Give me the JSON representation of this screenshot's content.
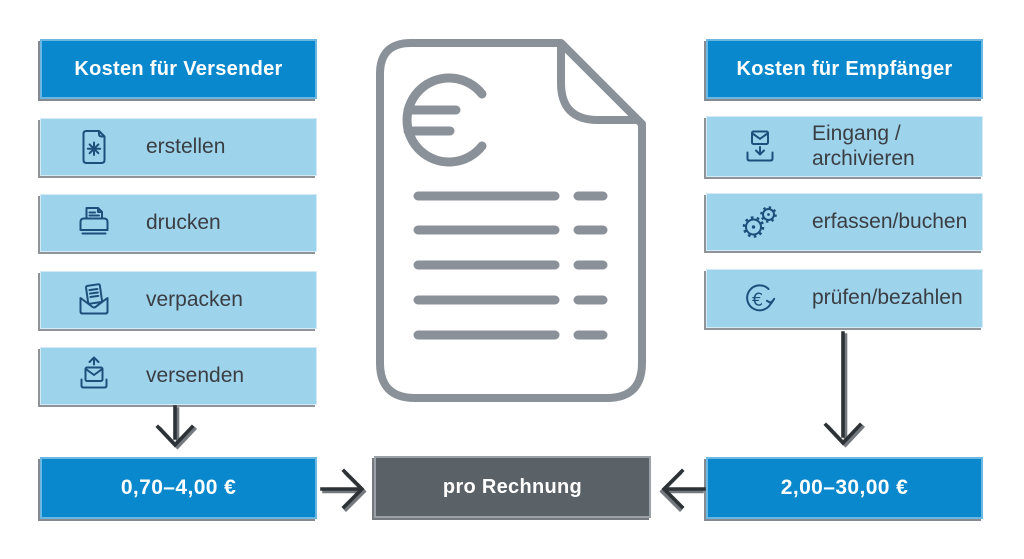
{
  "colors": {
    "accent_blue": "#0a88ce",
    "light_blue": "#9ed3ec",
    "icon_navy": "#1e4f7b",
    "text_dark": "#3a3e43",
    "document_gray": "#8a9199",
    "box_dark": "#5a6167",
    "arrow_dark": "#2d3237",
    "arrow_echo": "#74797f"
  },
  "glyphs": {
    "euro": "€"
  },
  "left_column": {
    "header": "Kosten für Versender",
    "items": [
      {
        "icon": "create-document-icon",
        "label": "erstellen"
      },
      {
        "icon": "printer-icon",
        "label": "drucken"
      },
      {
        "icon": "pack-envelope-icon",
        "label": "verpacken"
      },
      {
        "icon": "send-envelope-icon",
        "label": "versenden"
      }
    ],
    "price": "0,70–4,00 €"
  },
  "center": {
    "document_icon": "invoice-document-icon",
    "label": "pro Rechnung"
  },
  "right_column": {
    "header": "Kosten für Empfänger",
    "items": [
      {
        "icon": "inbox-archive-icon",
        "label": "Eingang / archivieren"
      },
      {
        "icon": "gears-icon",
        "label": "erfassen/buchen"
      },
      {
        "icon": "euro-cycle-icon",
        "label": "prüfen/bezahlen"
      }
    ],
    "price": "2,00–30,00 €"
  }
}
